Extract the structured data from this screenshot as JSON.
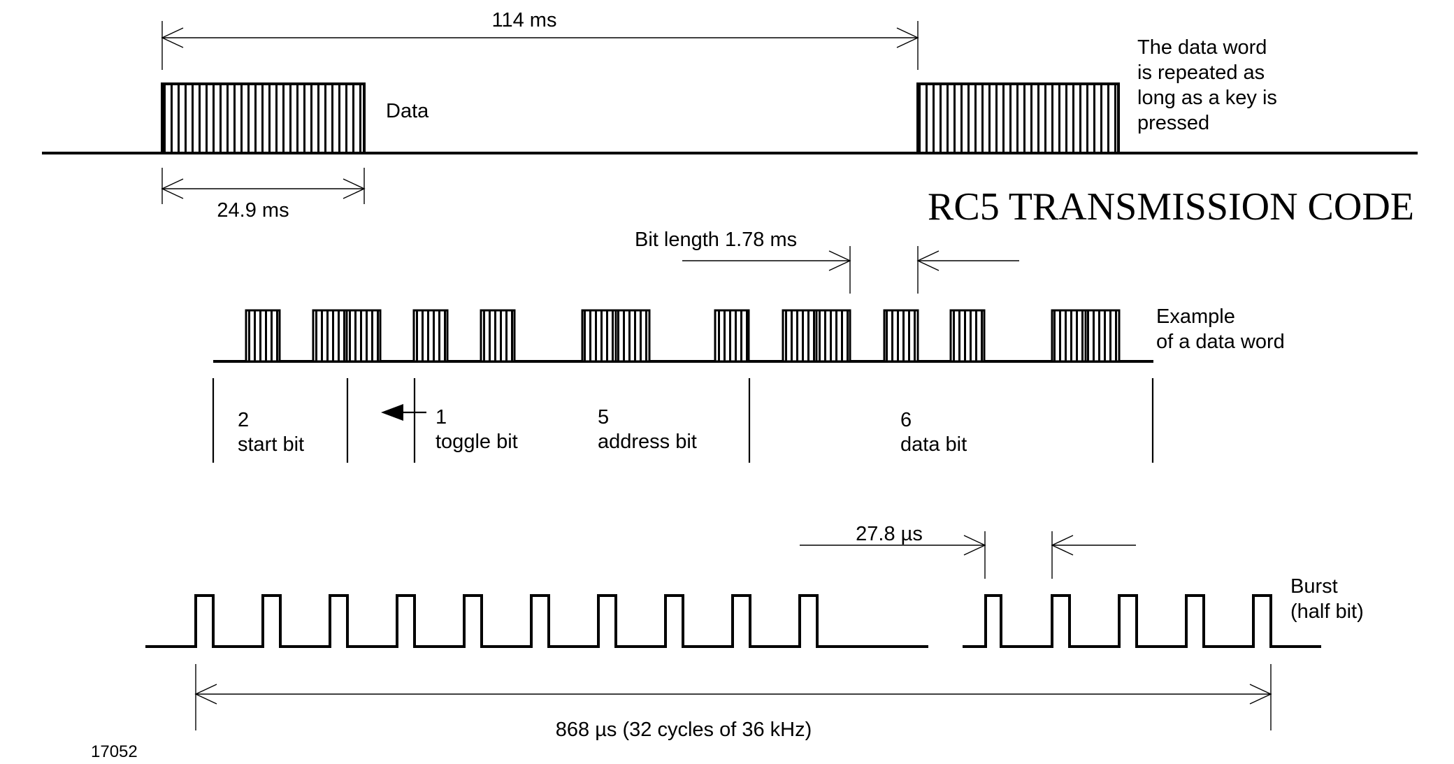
{
  "top_section": {
    "period_label": "114 ms",
    "data_label": "Data",
    "frame_label": "24.9 ms",
    "repeat_note": [
      "The data word",
      "is repeated as",
      "long as a key is",
      "pressed"
    ]
  },
  "title": "RC5 TRANSMISSION CODE",
  "data_word": {
    "bit_length_label": "Bit length 1.78 ms",
    "example_label": [
      "Example",
      "of a data word"
    ],
    "fields": [
      {
        "count": "2",
        "name": "start bit"
      },
      {
        "count": "1",
        "name": "toggle bit"
      },
      {
        "count": "5",
        "name": "address bit"
      },
      {
        "count": "6",
        "name": "data bit"
      }
    ]
  },
  "burst": {
    "period_label": "27.8 µs",
    "burst_label": [
      "Burst",
      "(half bit)"
    ],
    "duration_label": "868 µs (32 cycles of 36 kHz)"
  },
  "figure_id": "17052"
}
